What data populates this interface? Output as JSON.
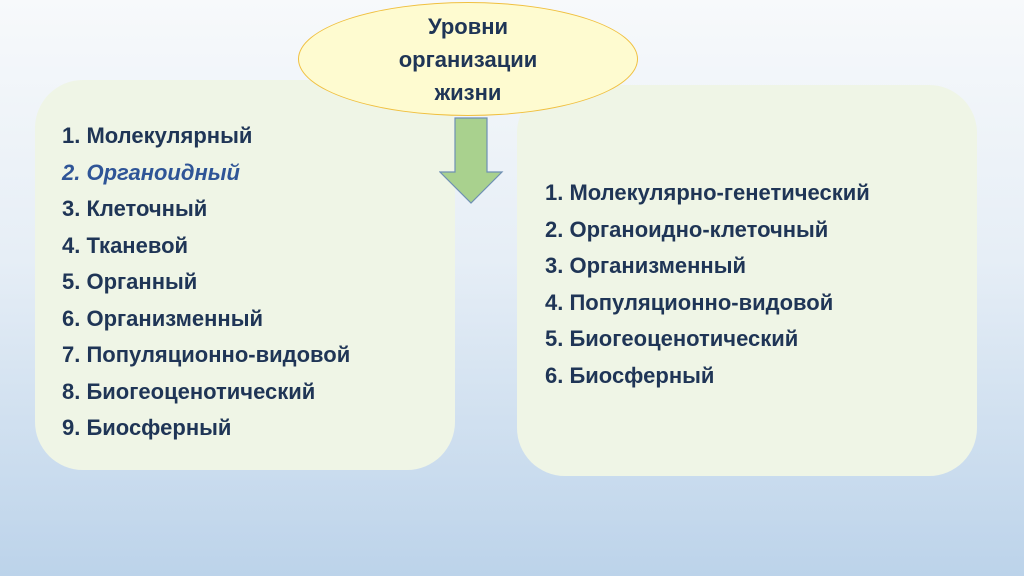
{
  "title": "Уровни организации жизни",
  "left_list": [
    {
      "text": "1. Молекулярный",
      "highlight": false
    },
    {
      "text": "2. Органоидный",
      "highlight": true
    },
    {
      "text": "3. Клеточный",
      "highlight": false
    },
    {
      "text": "4. Тканевой",
      "highlight": false
    },
    {
      "text": "5. Органный",
      "highlight": false
    },
    {
      "text": "6. Организменный",
      "highlight": false
    },
    {
      "text": "7. Популяционно-видовой",
      "highlight": false
    },
    {
      "text": "8. Биогеоценотический",
      "highlight": false
    },
    {
      "text": "9. Биосферный",
      "highlight": false
    }
  ],
  "right_list": [
    {
      "text": "1. Молекулярно-генетический"
    },
    {
      "text": "2. Органоидно-клеточный"
    },
    {
      "text": "3. Организменный"
    },
    {
      "text": "4. Популяционно-видовой"
    },
    {
      "text": "5. Биогеоценотический"
    },
    {
      "text": "6. Биосферный"
    }
  ],
  "colors": {
    "text": "#1f3556",
    "highlight": "#2f5597",
    "arrow": "#a9d18e",
    "ellipse": "#fefbd0"
  }
}
